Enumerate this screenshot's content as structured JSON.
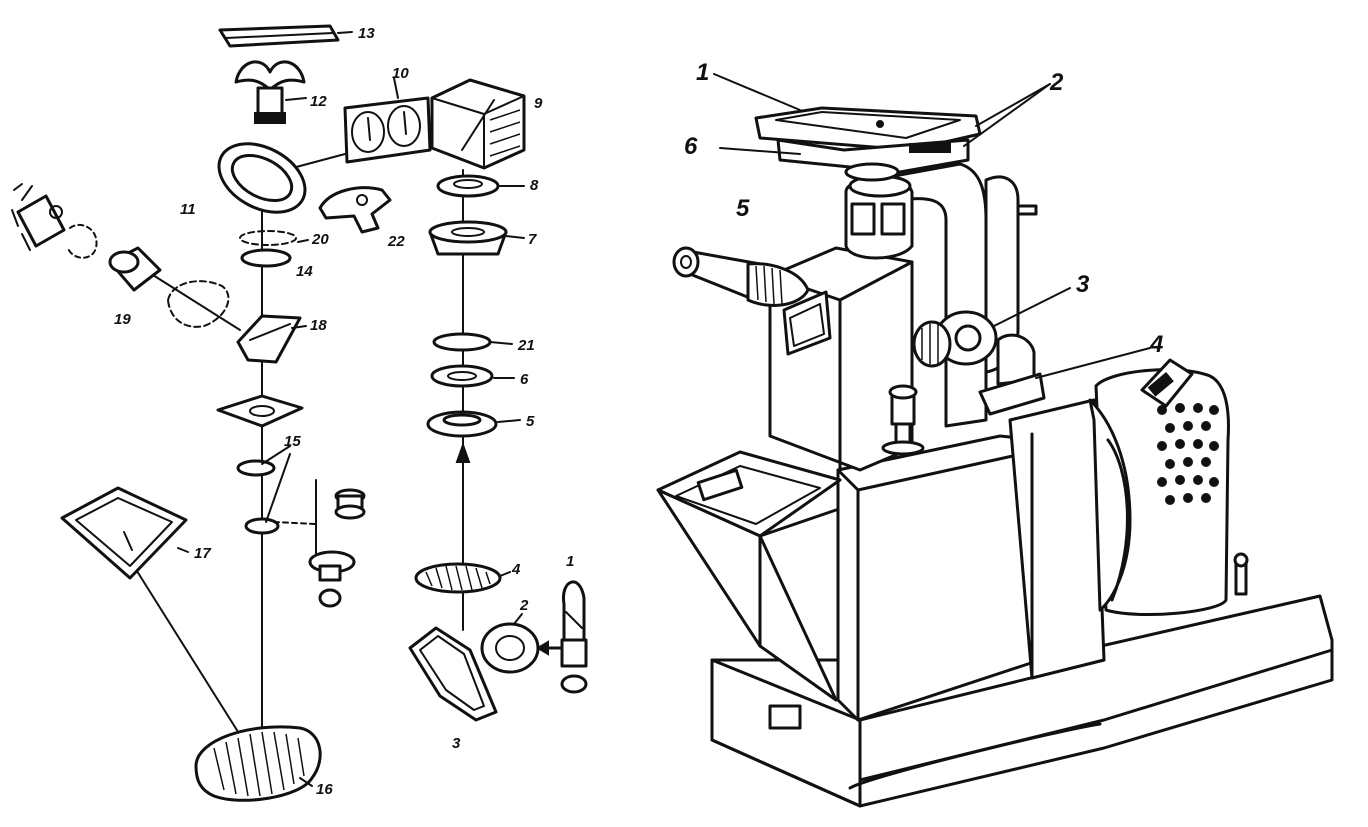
{
  "left_labels": {
    "l13": "13",
    "l12": "12",
    "l10": "10",
    "l9": "9",
    "l11": "11",
    "l8": "8",
    "l20": "20",
    "l22": "22",
    "l7": "7",
    "l14": "14",
    "l19": "19",
    "l18": "18",
    "l21": "21",
    "l6": "6",
    "l5": "5",
    "l15": "15",
    "l17": "17",
    "l4": "4",
    "l1": "1",
    "l2": "2",
    "l3": "3",
    "l16": "16"
  },
  "right_labels": {
    "r1": "1",
    "r2": "2",
    "r6": "6",
    "r5": "5",
    "r3": "3",
    "r4": "4"
  }
}
